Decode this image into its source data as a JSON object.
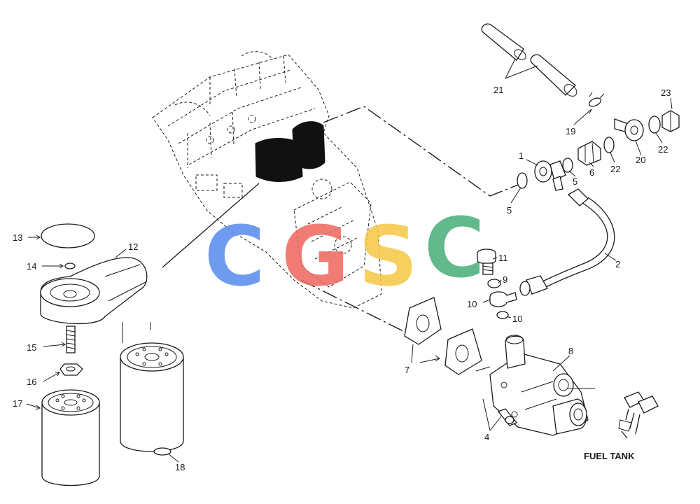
{
  "watermark": {
    "letters": [
      "C",
      "G",
      "S",
      "C"
    ],
    "colors": [
      "#5B8DEF",
      "#EE6A63",
      "#F7C94A",
      "#4DB07C"
    ]
  },
  "callouts": {
    "c1": "1",
    "c2": "2",
    "c4": "4",
    "c5a": "5",
    "c5b": "5",
    "c6": "6",
    "c7": "7",
    "c8": "8",
    "c9": "9",
    "c10a": "10",
    "c10b": "10",
    "c11": "11",
    "c12": "12",
    "c13": "13",
    "c14": "14",
    "c15": "15",
    "c16": "16",
    "c17": "17",
    "c18": "18",
    "c19": "19",
    "c20": "20",
    "c21": "21",
    "c22a": "22",
    "c22b": "22",
    "c23": "23"
  },
  "fuel_tank_label": "FUEL TANK"
}
